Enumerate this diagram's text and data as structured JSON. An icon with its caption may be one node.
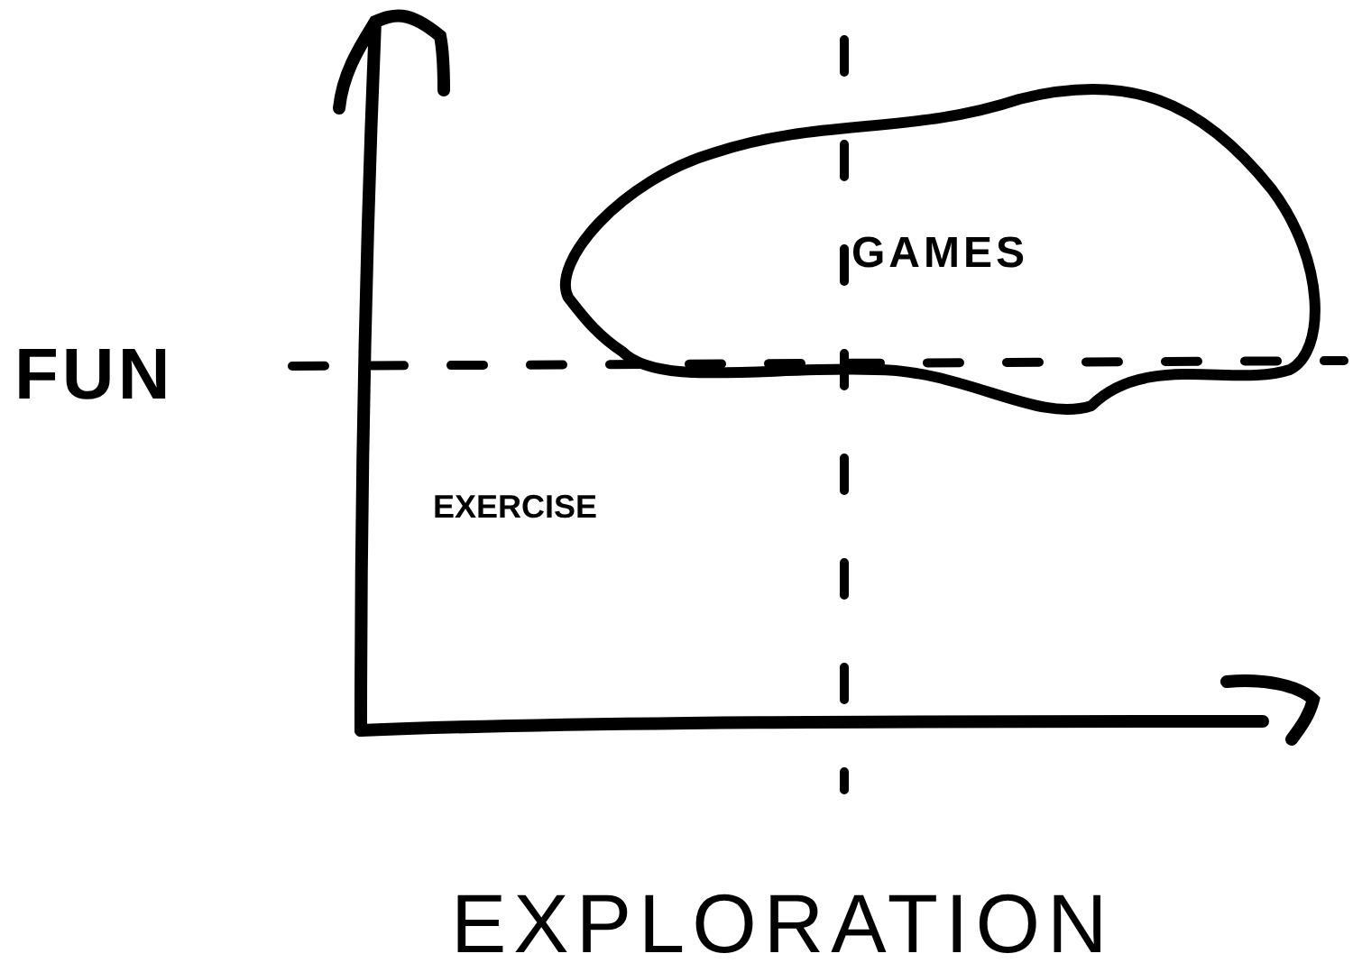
{
  "diagram": {
    "nodes": [
      {
        "text": [
          "GAMES"
        ]
      }
    ],
    "labels": [
      "FUN",
      "EXERCISE",
      "EXPLORATION"
    ]
  }
}
